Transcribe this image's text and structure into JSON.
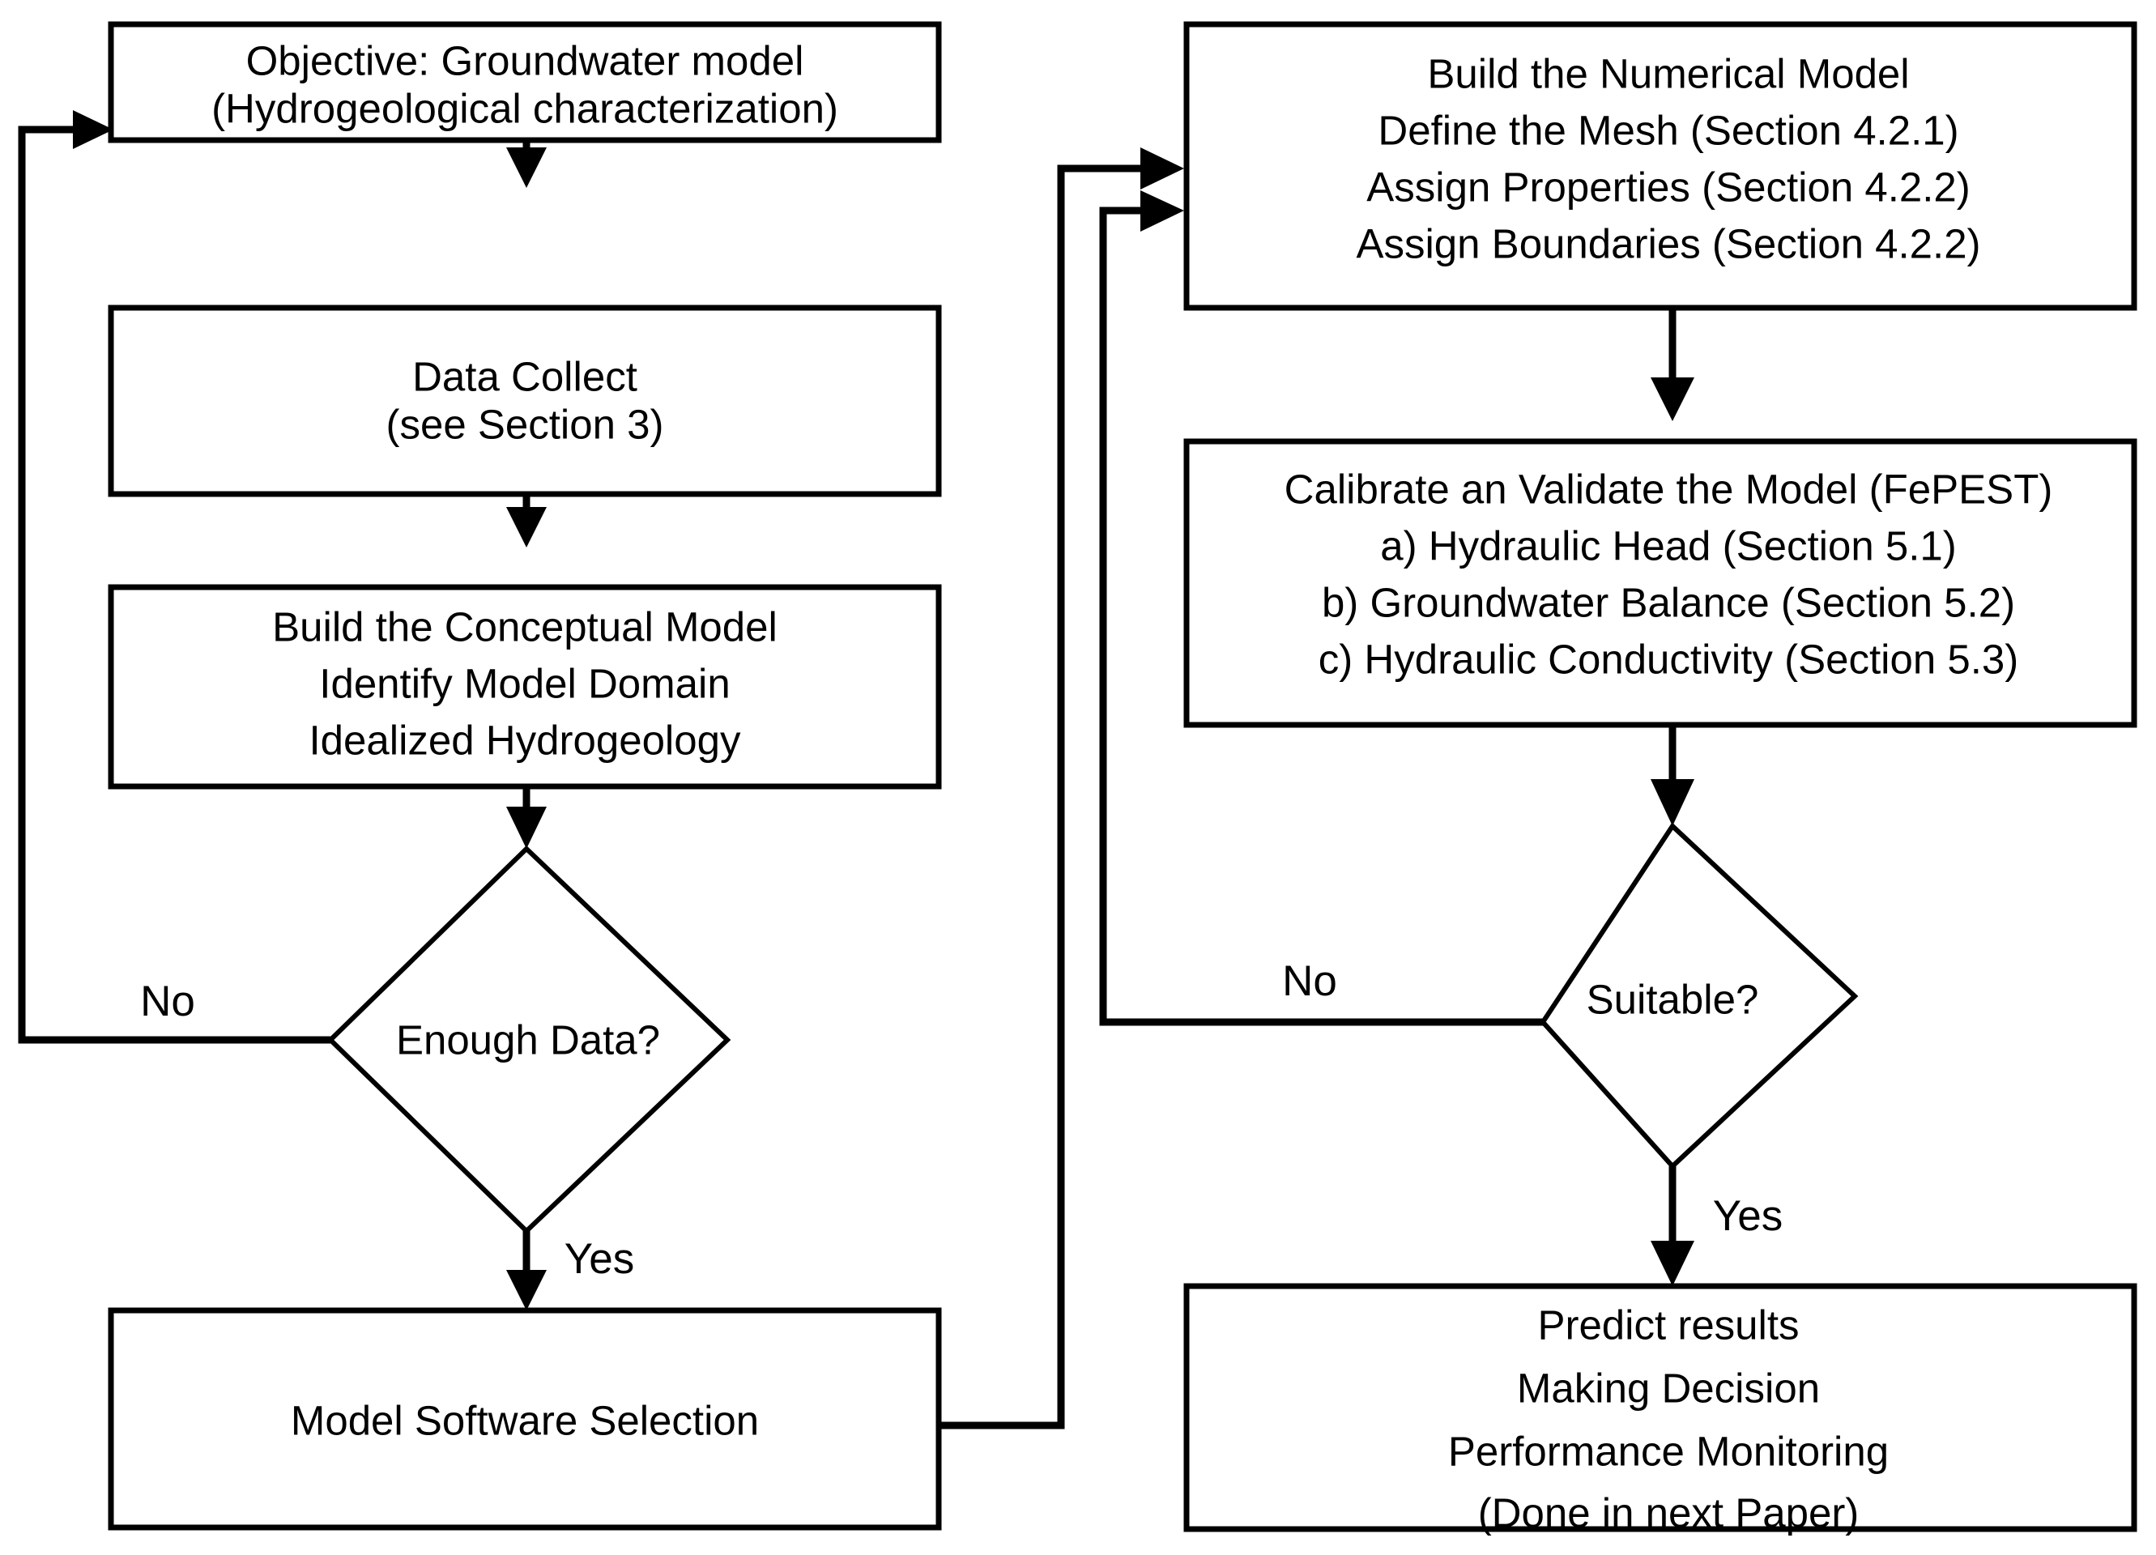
{
  "diagram": {
    "title": "Groundwater modelling workflow flowchart",
    "colors": {
      "background": "#ffffff",
      "stroke": "#000000",
      "text": "#000000"
    },
    "nodes": {
      "objective": {
        "shape": "process",
        "lines": [
          "Objective: Groundwater model",
          "(Hydrogeological characterization)"
        ]
      },
      "data_collect": {
        "shape": "process",
        "lines": [
          "Data Collect",
          "(see Section 3)"
        ]
      },
      "conceptual_model": {
        "shape": "process",
        "lines": [
          "Build the Conceptual Model",
          "Identify Model Domain",
          "Idealized Hydrogeology"
        ]
      },
      "enough_data": {
        "shape": "decision",
        "lines": [
          "Enough Data?"
        ]
      },
      "software_selection": {
        "shape": "process",
        "lines": [
          "Model Software Selection"
        ]
      },
      "numerical_model": {
        "shape": "process",
        "lines": [
          "Build the Numerical Model",
          "Define the Mesh (Section 4.2.1)",
          "Assign Properties (Section 4.2.2)",
          "Assign Boundaries (Section 4.2.2)"
        ]
      },
      "calibrate": {
        "shape": "process",
        "lines": [
          "Calibrate an Validate the Model (FePEST)",
          "a) Hydraulic Head (Section 5.1)",
          "b) Groundwater Balance (Section 5.2)",
          "c) Hydraulic Conductivity (Section 5.3)"
        ]
      },
      "suitable": {
        "shape": "decision",
        "lines": [
          "Suitable?"
        ]
      },
      "predict": {
        "shape": "process",
        "lines": [
          "Predict results",
          "Making Decision",
          "Performance Monitoring",
          "(Done in next Paper)"
        ]
      }
    },
    "edge_labels": {
      "enough_data_no": "No",
      "enough_data_yes": "Yes",
      "suitable_no": "No",
      "suitable_yes": "Yes"
    }
  }
}
